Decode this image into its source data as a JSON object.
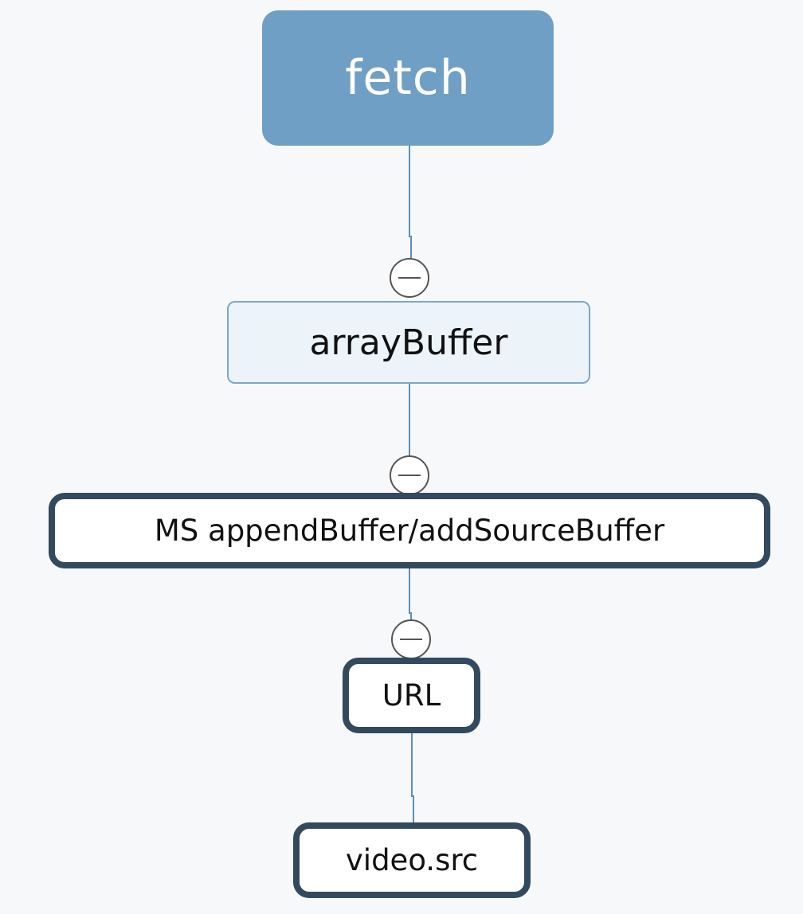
{
  "diagram": {
    "nodes": {
      "fetch": "fetch",
      "array_buffer": "arrayBuffer",
      "ms_buffer": "MS appendBuffer/addSourceBuffer",
      "url": "URL",
      "video_src": "video.src"
    },
    "colors": {
      "root_fill": "#6f9fc4",
      "connector": "#5d8fb8",
      "node_border": "#334a5e",
      "array_fill": "#ecf3f9"
    },
    "collapse_icon": "collapse-minus-icon"
  }
}
